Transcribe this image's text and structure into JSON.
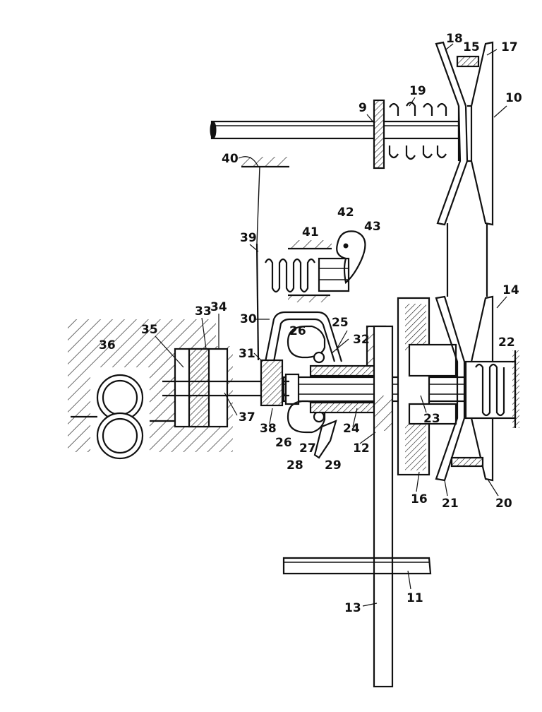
{
  "labels": {
    "l18": "18",
    "l15": "15",
    "l17": "17",
    "l19": "19",
    "l10": "10",
    "l9": "9",
    "l40": "40",
    "l42": "42",
    "l43": "43",
    "l41": "41",
    "l39": "39",
    "l14": "14",
    "l30": "30",
    "l33": "33",
    "l34": "34",
    "l25": "25",
    "l26a": "26",
    "l36": "36",
    "l35": "35",
    "l32": "32",
    "l22": "22",
    "l31": "31",
    "l37": "37",
    "l23": "23",
    "l38": "38",
    "l24": "24",
    "l26b": "26",
    "l27": "27",
    "l12": "12",
    "l28": "28",
    "l29": "29",
    "l16": "16",
    "l21": "21",
    "l20": "20",
    "l11": "11",
    "l13": "13"
  },
  "colors": {
    "ink": "#111111",
    "paper": "#ffffff"
  }
}
